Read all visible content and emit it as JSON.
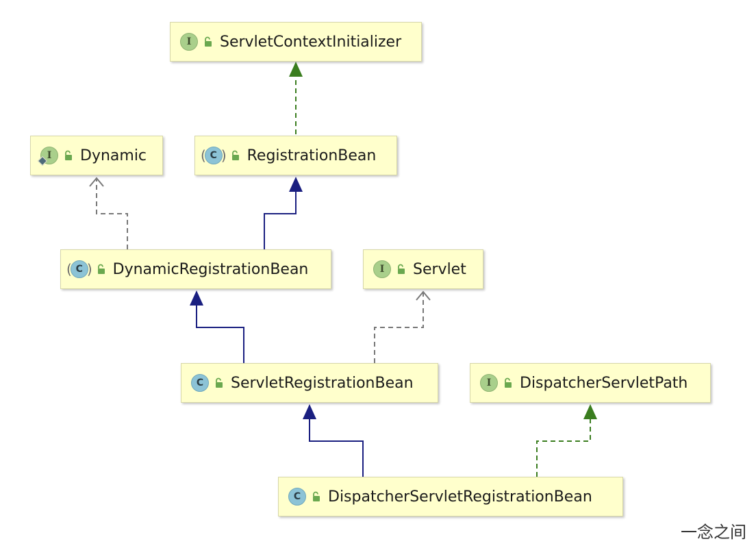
{
  "nodes": {
    "servlet_context_initializer": {
      "label": "ServletContextInitializer",
      "kind": "interface",
      "badge": "I"
    },
    "dynamic": {
      "label": "Dynamic",
      "kind": "interface",
      "badge": "I"
    },
    "registration_bean": {
      "label": "RegistrationBean",
      "kind": "abstract-class",
      "badge": "C"
    },
    "dynamic_registration_bean": {
      "label": "DynamicRegistrationBean",
      "kind": "abstract-class",
      "badge": "C"
    },
    "servlet": {
      "label": "Servlet",
      "kind": "interface",
      "badge": "I"
    },
    "servlet_registration_bean": {
      "label": "ServletRegistrationBean",
      "kind": "class",
      "badge": "C"
    },
    "dispatcher_servlet_path": {
      "label": "DispatcherServletPath",
      "kind": "interface",
      "badge": "I"
    },
    "dispatcher_servlet_registration_bean": {
      "label": "DispatcherServletRegistrationBean",
      "kind": "class",
      "badge": "C"
    }
  },
  "edges": [
    {
      "from": "registration_bean",
      "to": "servlet_context_initializer",
      "type": "implements",
      "color": "#3a7d1f"
    },
    {
      "from": "dynamic_registration_bean",
      "to": "dynamic",
      "type": "implements-external",
      "color": "#777777"
    },
    {
      "from": "dynamic_registration_bean",
      "to": "registration_bean",
      "type": "extends",
      "color": "#1a1f80"
    },
    {
      "from": "servlet_registration_bean",
      "to": "dynamic_registration_bean",
      "type": "extends",
      "color": "#1a1f80"
    },
    {
      "from": "servlet_registration_bean",
      "to": "servlet",
      "type": "implements-external",
      "color": "#777777"
    },
    {
      "from": "dispatcher_servlet_registration_bean",
      "to": "servlet_registration_bean",
      "type": "extends",
      "color": "#1a1f80"
    },
    {
      "from": "dispatcher_servlet_registration_bean",
      "to": "dispatcher_servlet_path",
      "type": "implements",
      "color": "#3a7d1f"
    }
  ],
  "colors": {
    "node_fill": "#ffffcc",
    "interface_badge": "#a9cf8b",
    "class_badge": "#8cc3d6",
    "extends_line": "#1a1f80",
    "implements_line": "#3a7d1f",
    "external_implements_line": "#777777"
  },
  "icons": {
    "visibility": "open-lock-icon",
    "interface": "interface-icon",
    "class": "class-icon"
  },
  "watermark": "一念之间"
}
